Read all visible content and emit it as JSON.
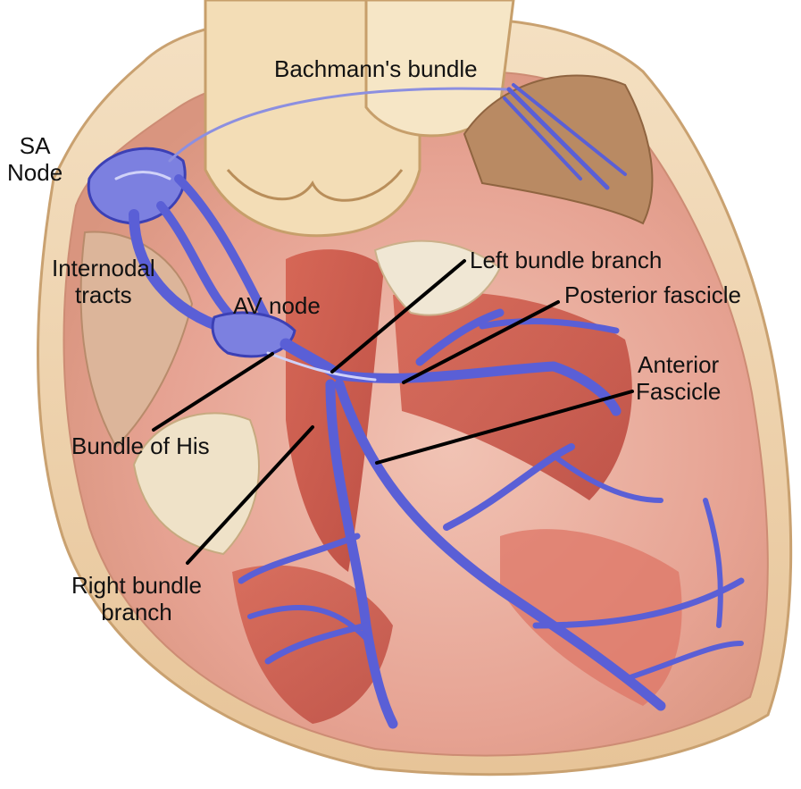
{
  "diagram": {
    "labels": {
      "sa_node": [
        "SA",
        "Node"
      ],
      "bachmanns_bundle": "Bachmann's bundle",
      "internodal_tracts": [
        "Internodal",
        "tracts"
      ],
      "av_node": "AV node",
      "left_bundle_branch": "Left bundle branch",
      "posterior_fascicle": "Posterior fascicle",
      "anterior_fascicle": [
        "Anterior",
        "Fascicle"
      ],
      "bundle_of_his": "Bundle of His",
      "right_bundle_branch": [
        "Right bundle",
        "branch"
      ]
    },
    "colors": {
      "conduction_system": "#5a5fd6",
      "conduction_highlight": "#c9cbf5",
      "myocardium": "#d98c7e",
      "muscle": "#c8554a",
      "pericardium": "#eacba0",
      "leader_line": "#000000"
    }
  }
}
